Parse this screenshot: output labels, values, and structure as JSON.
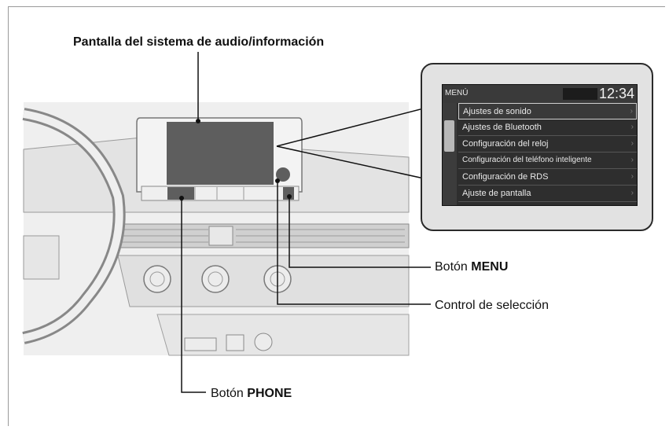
{
  "labels": {
    "title": "Pantalla del sistema de audio/información",
    "menu_prefix": "Botón ",
    "menu_bold": "MENU",
    "control": "Control de selección",
    "phone_prefix": "Botón ",
    "phone_bold": "PHONE"
  },
  "screen": {
    "title": "MENÚ",
    "clock": "12:34",
    "items": [
      "Ajustes de sonido",
      "Ajustes de Bluetooth",
      "Configuración del reloj",
      "Configuración del teléfono inteligente",
      "Configuración de RDS",
      "Ajuste de pantalla"
    ],
    "selected_index": 0
  },
  "colors": {
    "screen_background": "#2e2e2e",
    "callout_background": "#e2e2e2",
    "line": "#111111",
    "illustration_fill": "#e6e6e6"
  }
}
